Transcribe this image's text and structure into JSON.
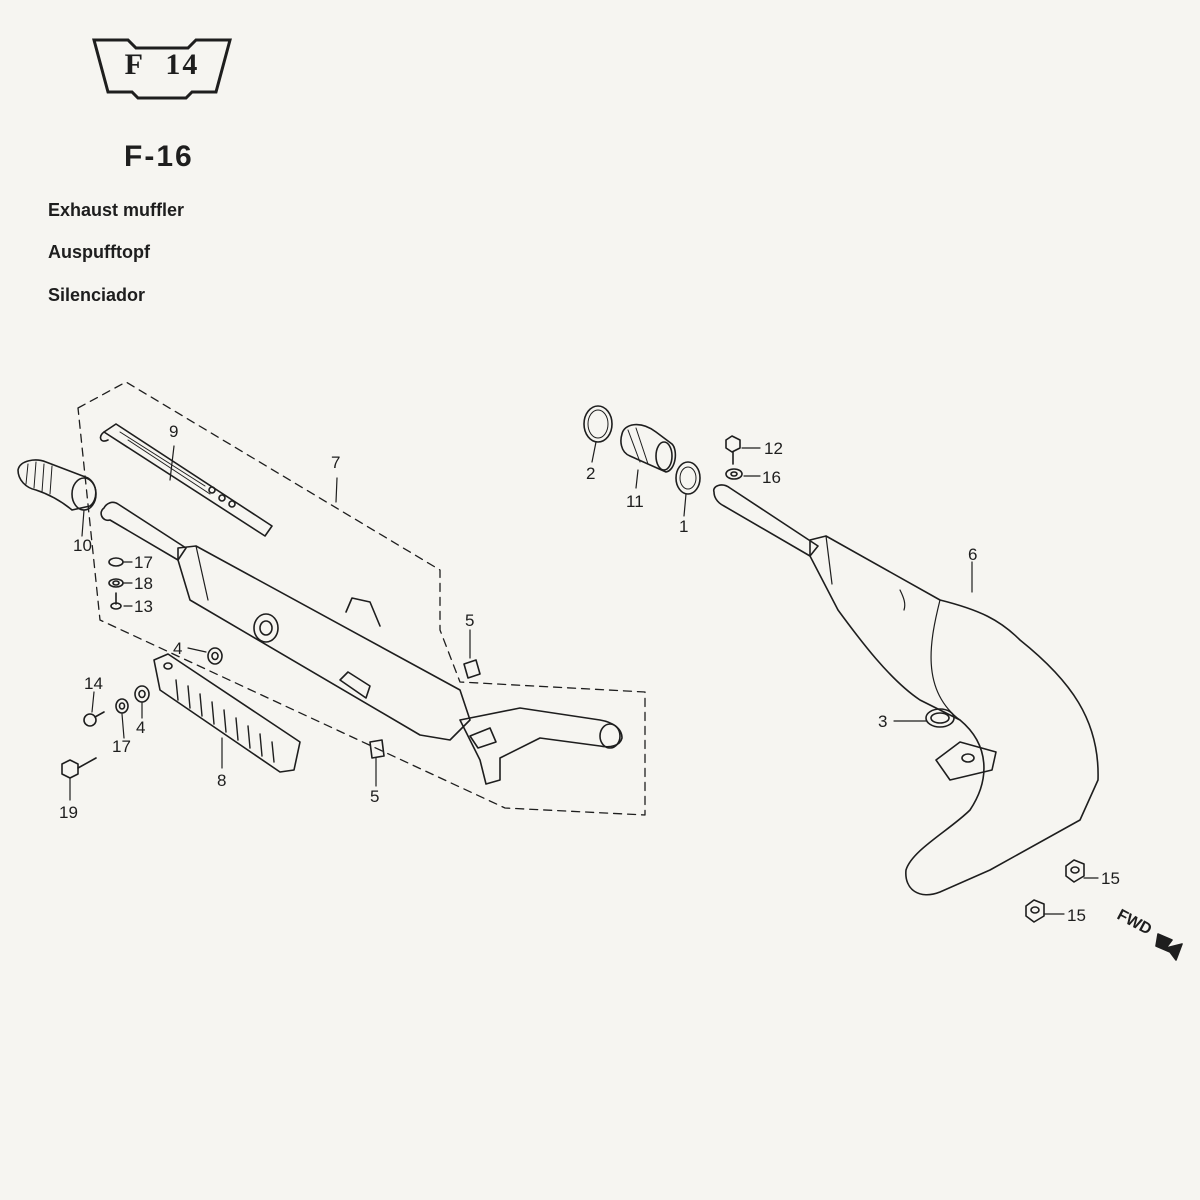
{
  "header": {
    "badge_text": "F 14",
    "section_code": "F-16",
    "titles": {
      "en": "Exhaust muffler",
      "de": "Auspufftopf",
      "es": "Silenciador"
    }
  },
  "callouts": {
    "c1": "1",
    "c2": "2",
    "c3": "3",
    "c4a": "4",
    "c4b": "4",
    "c5a": "5",
    "c5b": "5",
    "c6": "6",
    "c7": "7",
    "c8": "8",
    "c9": "9",
    "c10": "10",
    "c11": "11",
    "c12": "12",
    "c13": "13",
    "c14": "14",
    "c15a": "15",
    "c15b": "15",
    "c16": "16",
    "c17a": "17",
    "c17b": "17",
    "c18": "18",
    "c19": "19"
  },
  "fwd_label": "FWD",
  "colors": {
    "ink": "#1e1e1e",
    "paper": "#f6f5f1"
  }
}
